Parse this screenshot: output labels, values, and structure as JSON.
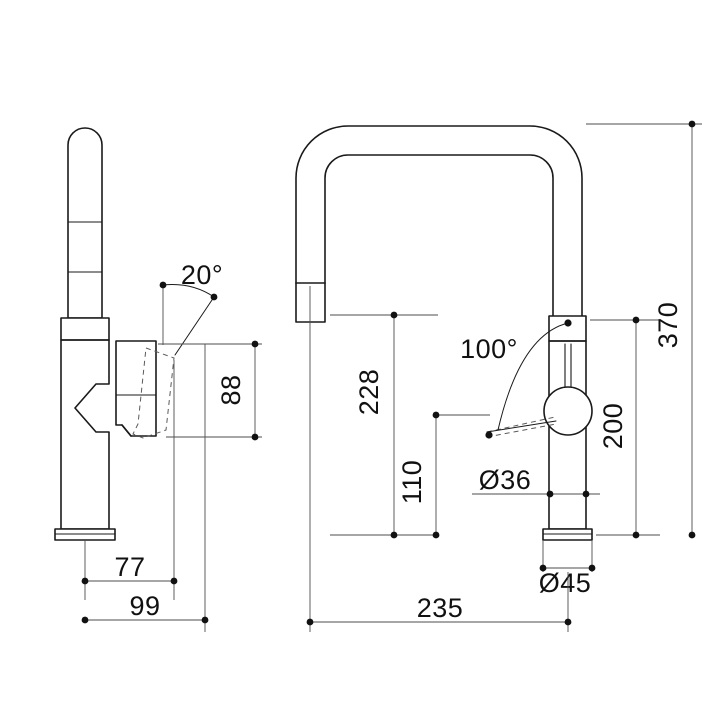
{
  "drawing": {
    "title": "Kitchen mixer tap dimensional drawing",
    "subject": "sink-mixer-tap",
    "background_color": "#ffffff",
    "line_color": "#1a1a1a",
    "dimension_color": "#4d4d4d",
    "hidden_line_color": "#5a5a5a",
    "units": "mm",
    "views": [
      {
        "id": "side-view",
        "label": "",
        "position": "left"
      },
      {
        "id": "front-view",
        "label": "",
        "position": "right"
      }
    ]
  },
  "dimensions": {
    "angle_lever_tilt": "20°",
    "handle_height_88": "88",
    "base_offset_77": "77",
    "base_width_99": "99",
    "spout_height_228": "228",
    "lever_height_110": "110",
    "swivel_angle": "100°",
    "body_diameter": "Ø36",
    "base_diameter": "Ø45",
    "overall_height_370": "370",
    "body_height_200": "200",
    "spout_reach_235": "235"
  },
  "icons": {
    "diameter_symbol": "Ø",
    "degree_symbol": "°"
  }
}
